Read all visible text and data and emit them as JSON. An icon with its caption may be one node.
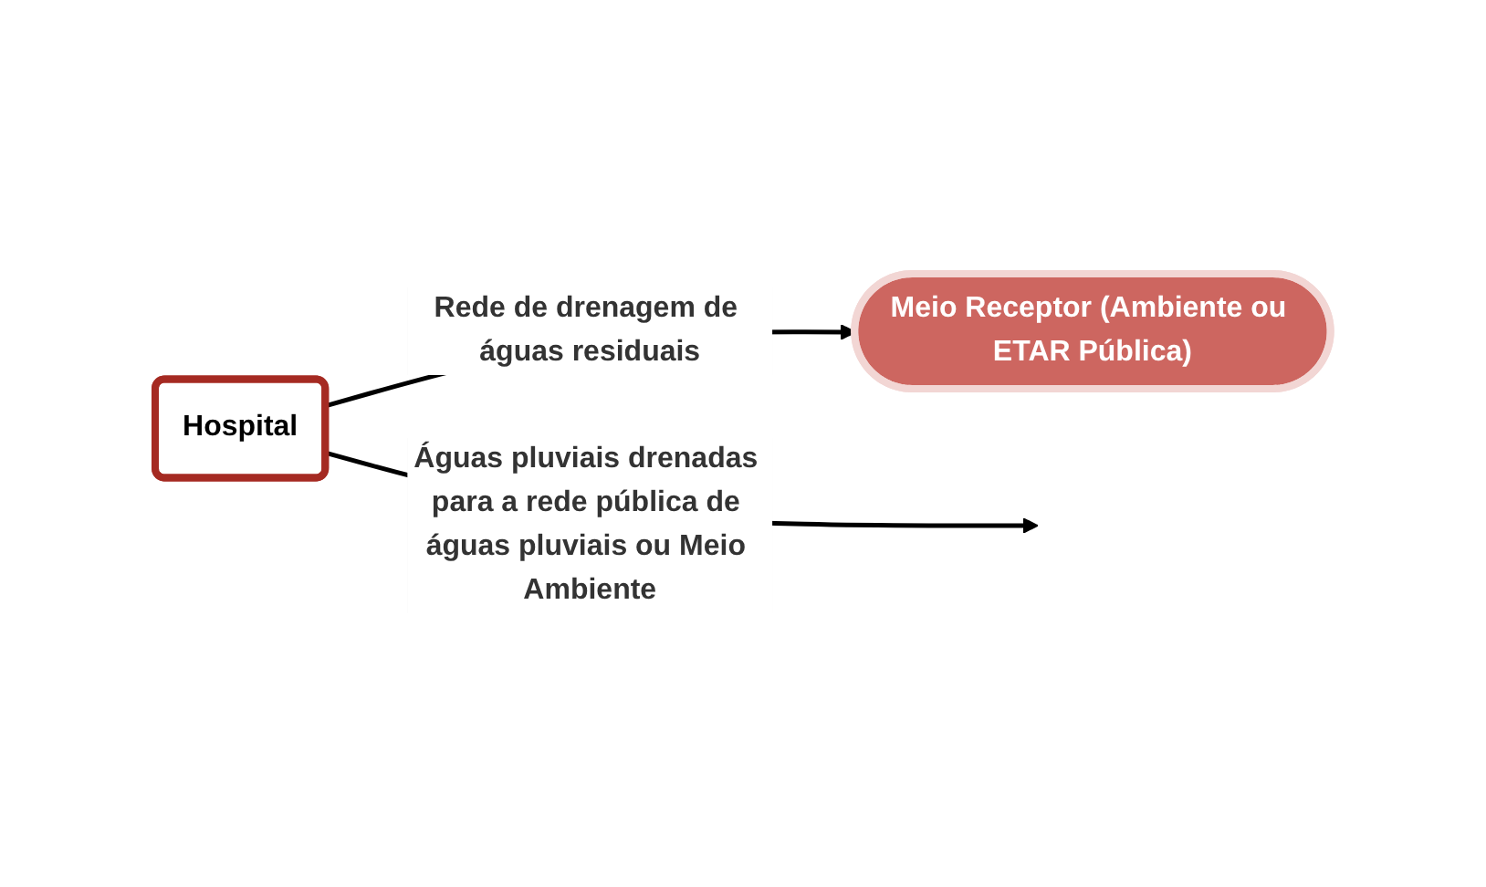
{
  "diagram": {
    "nodes": [
      {
        "text": [
          "Hospital"
        ]
      },
      {
        "text": [
          "Meio Receptor (Ambiente ou ETAR Pública)"
        ]
      }
    ],
    "edges": [
      {
        "from": 0,
        "to": 1,
        "arrow": "to",
        "label": "Rede de drenagem de águas residuais"
      },
      {
        "from": 0,
        "to": null,
        "arrow": "to",
        "label": "Águas pluviais drenadas para a rede pública de águas pluviais ou Meio Ambiente"
      }
    ]
  }
}
